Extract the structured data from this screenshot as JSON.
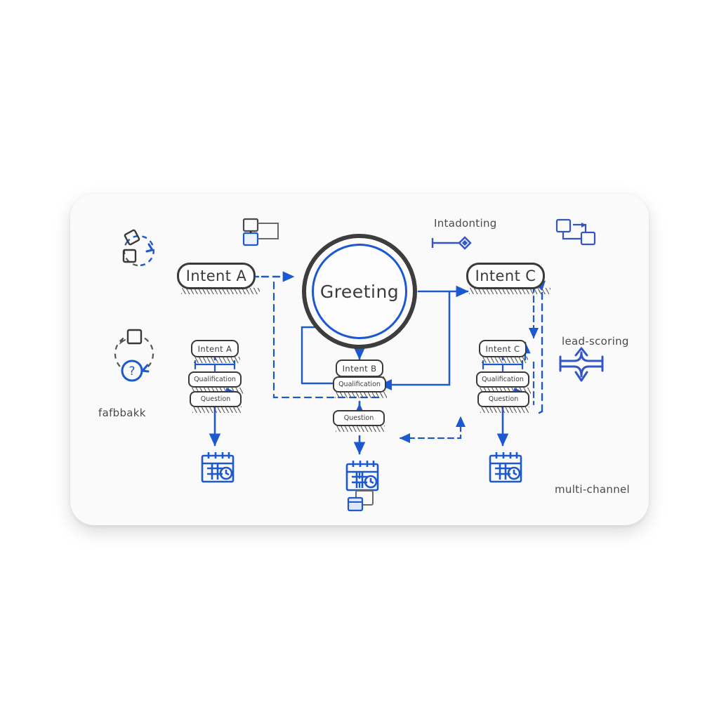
{
  "canvas": {
    "background": "#ffffff",
    "card_background": "#fafafa",
    "accent_blue": "#1c58cf",
    "ink_dark": "#3a3a3a"
  },
  "diagram": {
    "title_node": {
      "label": "Greeting",
      "shape": "circle"
    },
    "intent_nodes": [
      {
        "label": "Intent A",
        "position": "left"
      },
      {
        "label": "Intent C",
        "position": "right"
      }
    ],
    "columns": [
      {
        "id": "left-column",
        "steps": [
          {
            "label": "Intent A"
          },
          {
            "label": "Qualification"
          },
          {
            "label": "Question"
          }
        ],
        "endpoint_icon": "calendar-icon"
      },
      {
        "id": "center-column",
        "steps": [
          {
            "label": "Intent B"
          },
          {
            "label": "Qualification"
          },
          {
            "label": "Question"
          }
        ],
        "endpoint_icon": "calendar-icon"
      },
      {
        "id": "right-column",
        "steps": [
          {
            "label": "Intent C"
          },
          {
            "label": "Qualification"
          },
          {
            "label": "Question"
          }
        ],
        "endpoint_icon": "calendar-icon"
      }
    ],
    "annotations": [
      {
        "id": "intent-routing",
        "text": "Intadonting"
      },
      {
        "id": "lead-scoring",
        "text": "lead-scoring"
      },
      {
        "id": "feedback",
        "text": "fafbbakk"
      },
      {
        "id": "multi-channel",
        "text": "multi-channel"
      }
    ],
    "decorative_icons": [
      {
        "id": "refresh-squares-icon",
        "position": "top-left"
      },
      {
        "id": "question-loop-icon",
        "position": "mid-left"
      },
      {
        "id": "flow-nodes-icon",
        "position": "top-center-left"
      },
      {
        "id": "flow-arrow-icon",
        "position": "top-right"
      },
      {
        "id": "routing-diamond-icon",
        "position": "near-intent-routing"
      },
      {
        "id": "expand-arrows-icon",
        "position": "near-lead-scoring"
      },
      {
        "id": "stacked-windows-icon",
        "position": "bottom-center"
      }
    ]
  }
}
